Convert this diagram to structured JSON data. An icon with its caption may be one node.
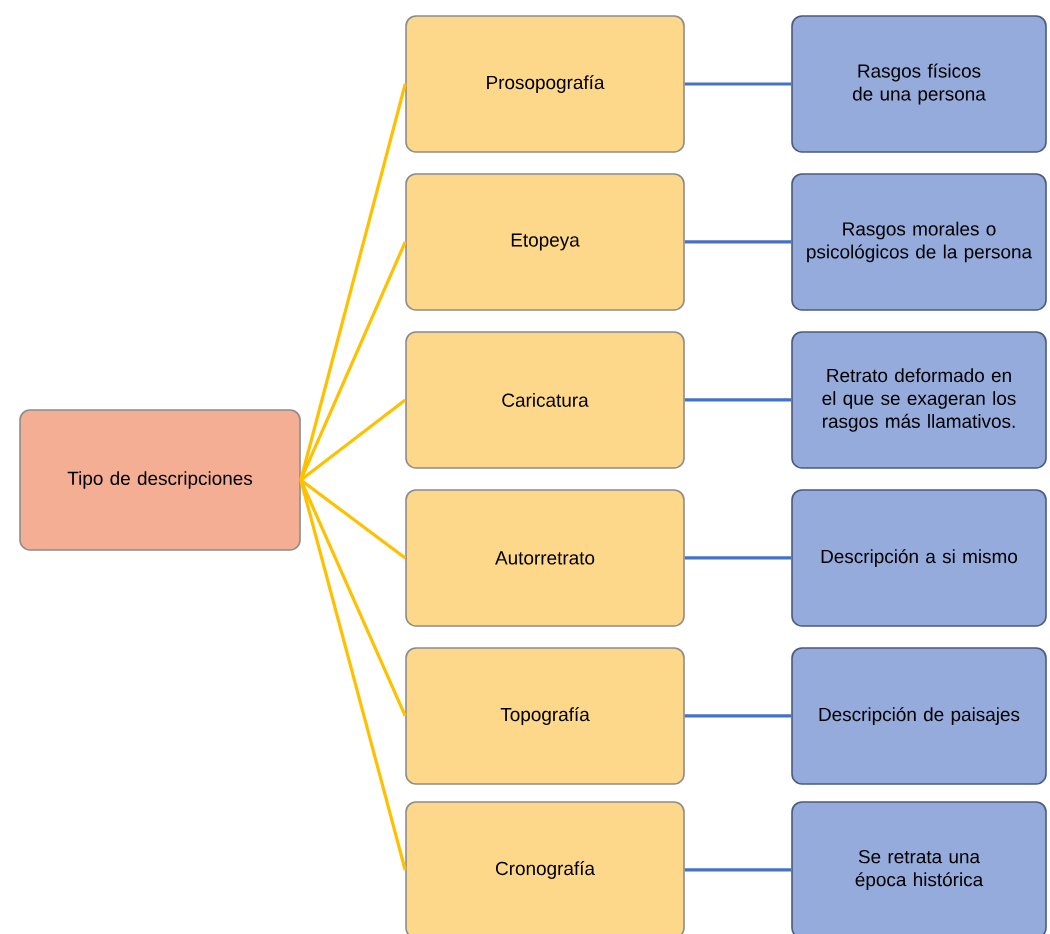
{
  "diagram": {
    "nodes": [
      {
        "text": [
          "Tipo de descripciones"
        ]
      },
      {
        "text": [
          "Prosopografía"
        ]
      },
      {
        "text": [
          "Rasgos físicos de una persona"
        ]
      },
      {
        "text": [
          "Etopeya"
        ]
      },
      {
        "text": [
          "Rasgos morales o psicológicos de la persona"
        ]
      },
      {
        "text": [
          "Caricatura"
        ]
      },
      {
        "text": [
          "Retrato deformado en el que se exageran los rasgos más llamativos."
        ]
      },
      {
        "text": [
          "Autorretrato"
        ]
      },
      {
        "text": [
          "Descripción a si mismo"
        ]
      },
      {
        "text": [
          "Topografía"
        ]
      },
      {
        "text": [
          "Descripción de paisajes"
        ]
      },
      {
        "text": [
          "Cronografía"
        ]
      },
      {
        "text": [
          "Se retrata una época histórica"
        ]
      }
    ],
    "edges": [
      {
        "from": 0,
        "to": 1,
        "arrow": "none",
        "color": "#ffc000"
      },
      {
        "from": 0,
        "to": 3,
        "arrow": "none",
        "color": "#ffc000"
      },
      {
        "from": 0,
        "to": 5,
        "arrow": "none",
        "color": "#ffc000"
      },
      {
        "from": 0,
        "to": 7,
        "arrow": "none",
        "color": "#ffc000"
      },
      {
        "from": 0,
        "to": 9,
        "arrow": "none",
        "color": "#ffc000"
      },
      {
        "from": 0,
        "to": 11,
        "arrow": "none",
        "color": "#ffc000"
      },
      {
        "from": 1,
        "to": 2,
        "arrow": "none",
        "color": "#4472c4"
      },
      {
        "from": 3,
        "to": 4,
        "arrow": "none",
        "color": "#4472c4"
      },
      {
        "from": 5,
        "to": 6,
        "arrow": "none",
        "color": "#4472c4"
      },
      {
        "from": 7,
        "to": 8,
        "arrow": "none",
        "color": "#4472c4"
      },
      {
        "from": 9,
        "to": 10,
        "arrow": "none",
        "color": "#4472c4"
      },
      {
        "from": 11,
        "to": 12,
        "arrow": "none",
        "color": "#4472c4"
      }
    ]
  }
}
